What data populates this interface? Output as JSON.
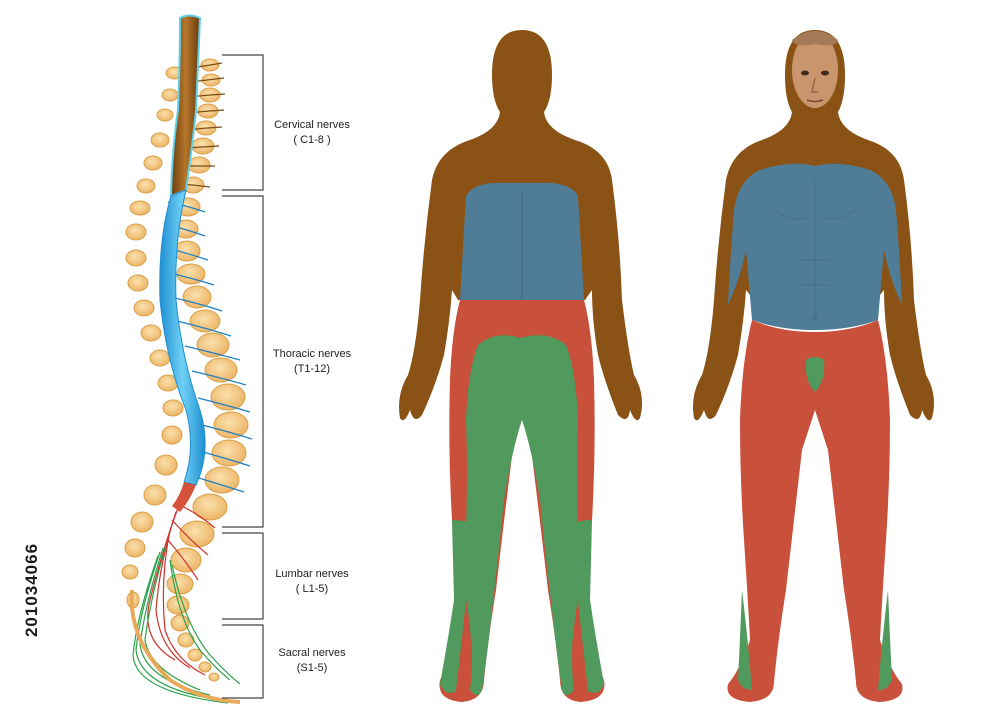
{
  "labels": {
    "cervical": {
      "name": "Cervical nerves",
      "range": "( C1-8 )"
    },
    "thoracic": {
      "name": "Thoracic nerves",
      "range": "(T1-12)"
    },
    "lumbar": {
      "name": "Lumbar nerves",
      "range": "( L1-5)"
    },
    "sacral": {
      "name": "Sacral nerves",
      "range": "(S1-5)"
    }
  },
  "stock_id": "201034066",
  "colors": {
    "cervical": "#8a5214",
    "thoracic": "#4f7d98",
    "lumbar": "#c9503a",
    "sacral": "#4f9a5c",
    "spinal_cord_thoracic": "#2aa7e0",
    "vertebra": "#f3c37a",
    "vertebra_edge": "#d9a046"
  },
  "figures": [
    {
      "view": "back"
    },
    {
      "view": "front"
    }
  ]
}
